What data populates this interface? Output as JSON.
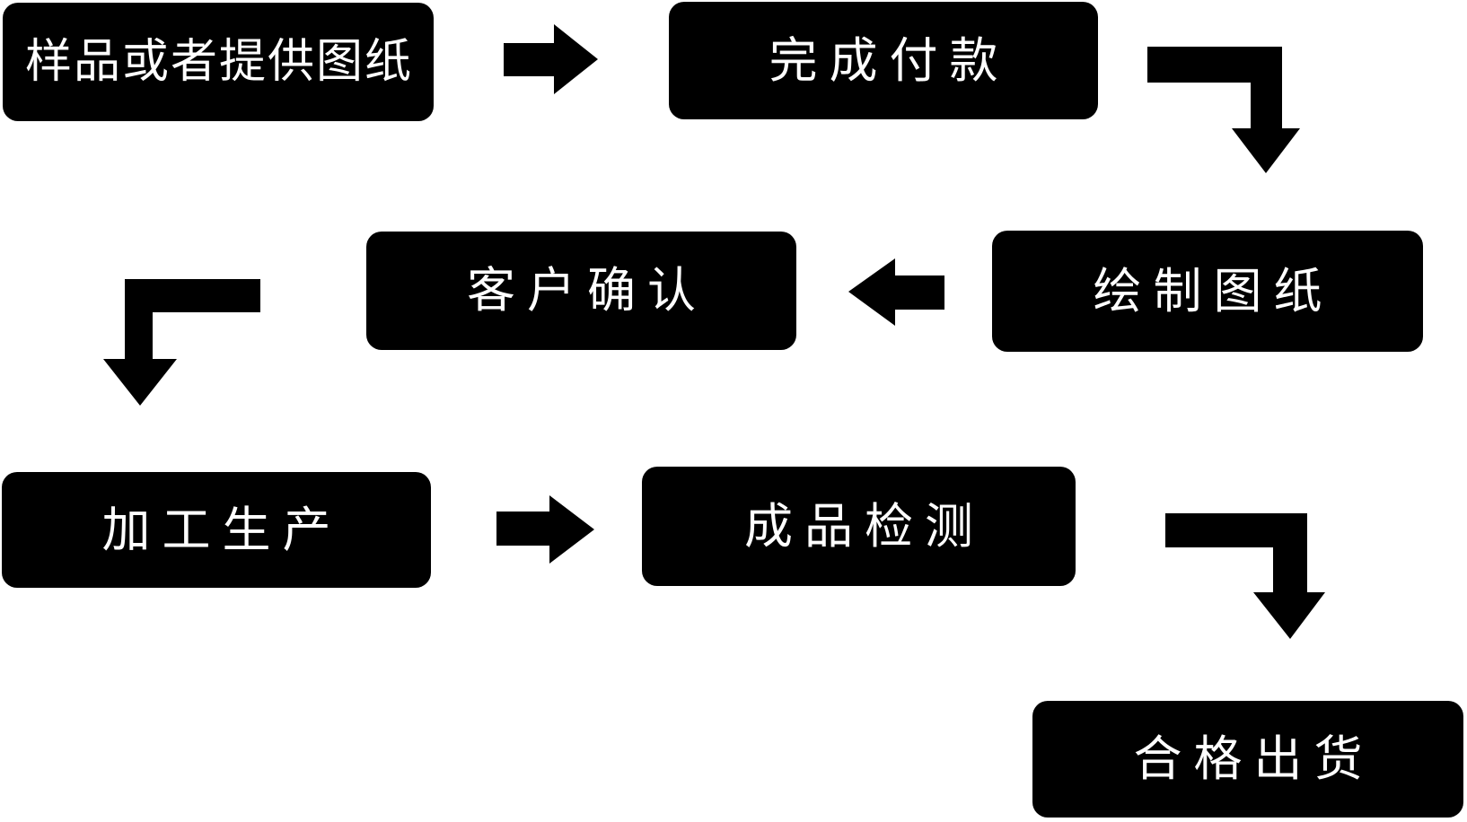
{
  "diagram": {
    "type": "flowchart",
    "language": "zh-CN",
    "colors": {
      "background": "#ffffff",
      "node_fill": "#000000",
      "node_text": "#ffffff",
      "arrow": "#000000"
    },
    "nodes": [
      {
        "id": "sample",
        "label": "样品或者提供图纸"
      },
      {
        "id": "payment",
        "label": "完成付款"
      },
      {
        "id": "draw",
        "label": "绘制图纸"
      },
      {
        "id": "confirm",
        "label": "客户确认"
      },
      {
        "id": "produce",
        "label": "加工生产"
      },
      {
        "id": "inspect",
        "label": "成品检测"
      },
      {
        "id": "ship",
        "label": "合格出货"
      }
    ],
    "edges": [
      {
        "from": "样品或者提供图纸",
        "to": "完成付款",
        "arrow": "right-arrow"
      },
      {
        "from": "完成付款",
        "to": "绘制图纸",
        "arrow": "elbow-right-down-arrow"
      },
      {
        "from": "绘制图纸",
        "to": "客户确认",
        "arrow": "left-arrow"
      },
      {
        "from": "客户确认",
        "to": "加工生产",
        "arrow": "elbow-left-down-arrow"
      },
      {
        "from": "加工生产",
        "to": "成品检测",
        "arrow": "right-arrow"
      },
      {
        "from": "成品检测",
        "to": "合格出货",
        "arrow": "elbow-right-down-arrow"
      }
    ],
    "flow_order": [
      "样品或者提供图纸",
      "完成付款",
      "绘制图纸",
      "客户确认",
      "加工生产",
      "成品检测",
      "合格出货"
    ]
  }
}
